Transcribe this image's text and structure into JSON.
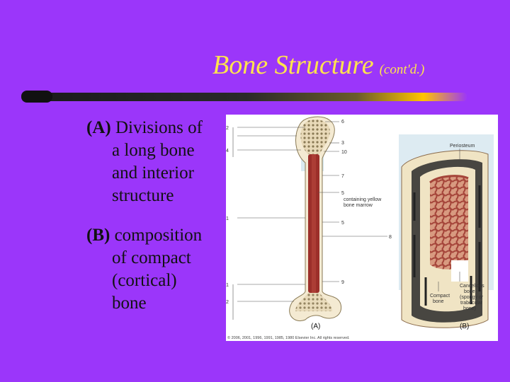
{
  "slide": {
    "title_main": "Bone Structure",
    "title_sub": "(cont'd.)"
  },
  "bullets": [
    {
      "lead": "(A)",
      "lines": [
        "Divisions of",
        "a long bone",
        "and interior",
        "structure"
      ]
    },
    {
      "lead": "(B)",
      "lines": [
        "composition",
        "of compact",
        "(cortical)",
        "bone"
      ]
    }
  ],
  "figure": {
    "callout_numbers": [
      "2",
      "4",
      "1",
      "1",
      "2",
      "6",
      "3",
      "10",
      "7",
      "5",
      "5",
      "8",
      "9"
    ],
    "label_marrow": [
      "containing yellow",
      "bone marrow"
    ],
    "label_periosteum": "Periosteum",
    "label_compact": [
      "Compact",
      "bone"
    ],
    "label_cancellous": [
      "Cancellous",
      "bone",
      "(spongy or",
      "trabecular",
      "bone)"
    ],
    "caption_a": "(A)",
    "caption_b": "(B)",
    "copyright": "© 2006, 2001, 1996, 1991, 1985, 1980 Elsevier Inc. All rights reserved."
  },
  "colors": {
    "background": "#9b36fa",
    "title": "#ffe44d",
    "text": "#111111"
  }
}
